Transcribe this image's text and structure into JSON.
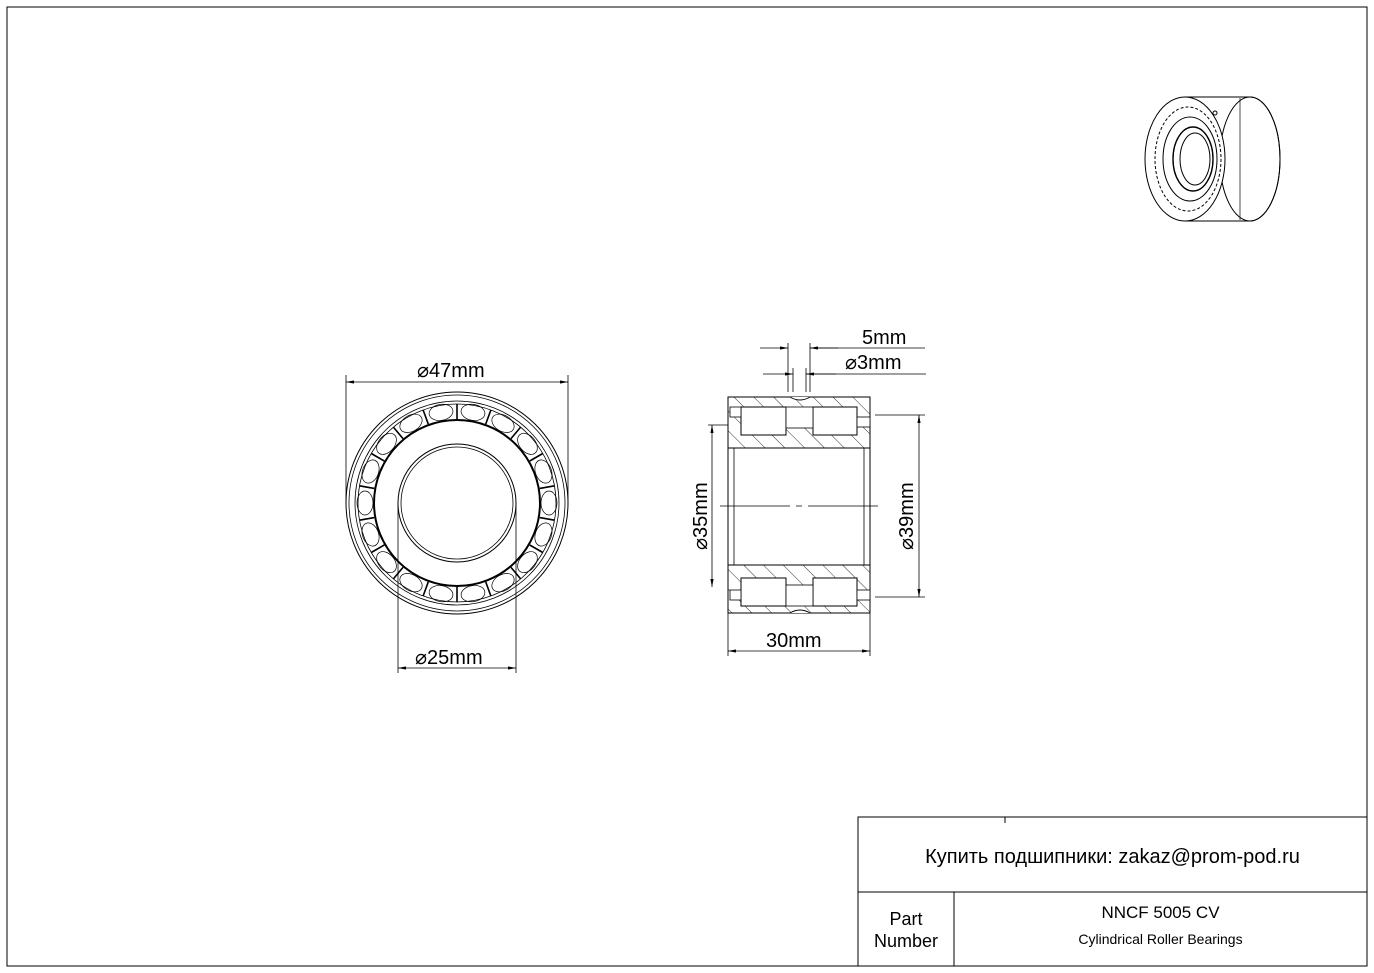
{
  "dimensions": {
    "outer_diameter": "47mm",
    "bore_diameter": "25mm",
    "width": "30mm",
    "d35": "35mm",
    "d39": "39mm",
    "groove_width": "5mm",
    "hole_diameter": "3mm"
  },
  "title_block": {
    "buy_text": "Купить подшипники: zakaz@prom-pod.ru",
    "part_label_line1": "Part",
    "part_label_line2": "Number",
    "part_number": "NNCF 5005 CV",
    "description": "Cylindrical Roller Bearings"
  }
}
